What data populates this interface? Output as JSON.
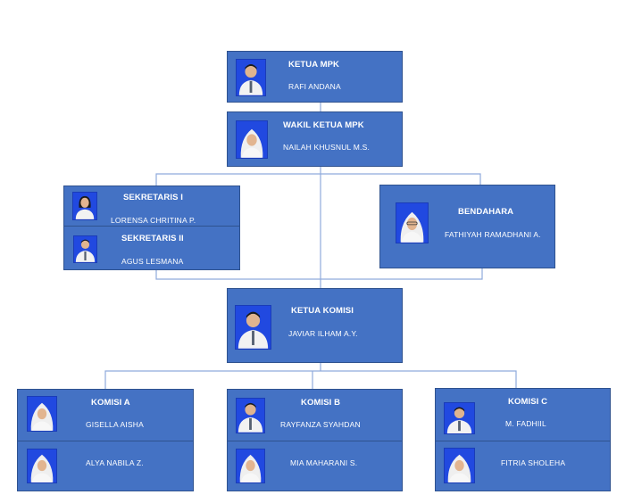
{
  "positions": {
    "ketua_mpk": {
      "title": "KETUA MPK",
      "name": "RAFI ANDANA"
    },
    "wakil_ketua_mpk": {
      "title": "WAKIL KETUA MPK",
      "name": "NAILAH KHUSNUL M.S."
    },
    "sekretaris_1": {
      "title": "SEKRETARIS I",
      "name": "LORENSA CHRITINA P."
    },
    "sekretaris_2": {
      "title": "SEKRETARIS II",
      "name": "AGUS LESMANA"
    },
    "bendahara": {
      "title": "BENDAHARA",
      "name": "FATHIYAH RAMADHANI A."
    },
    "ketua_komisi": {
      "title": "KETUA KOMISI",
      "name": "JAVIAR ILHAM A.Y."
    },
    "komisi_a": {
      "title": "KOMISI A",
      "members": [
        "GISELLA AISHA",
        "ALYA NABILA Z."
      ]
    },
    "komisi_b": {
      "title": "KOMISI B",
      "members": [
        "RAYFANZA SYAHDAN",
        "MIA MAHARANI S."
      ]
    },
    "komisi_c": {
      "title": "KOMISI C",
      "members": [
        "M. FADHIIL",
        "FITRIA SHOLEHA"
      ]
    }
  },
  "colors": {
    "box_fill": "#4472c4",
    "box_border": "#2f528f",
    "photo_bg": "#2149e0",
    "connector": "#8faadc",
    "text": "#ffffff"
  },
  "photo_icons": {
    "male": "male-student-photo-icon",
    "female": "female-hijab-student-photo-icon"
  }
}
